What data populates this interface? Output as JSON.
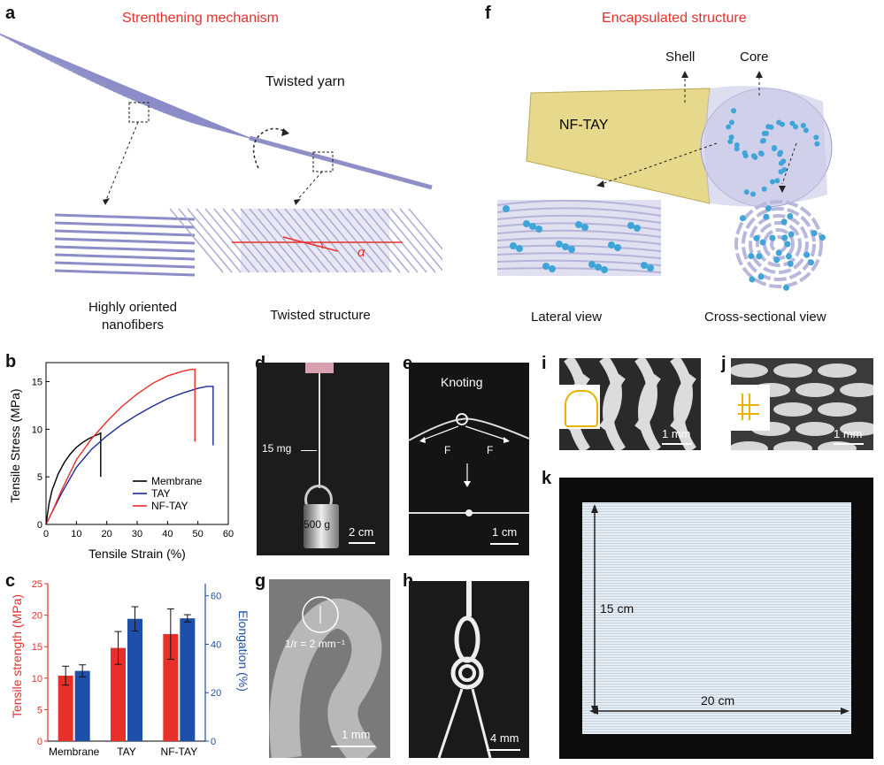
{
  "panels": {
    "a": {
      "letter": "a",
      "title": "Strenthening mechanism",
      "twisted_yarn": "Twisted yarn",
      "left_caption_l1": "Highly oriented",
      "left_caption_l2": "nanofibers",
      "right_caption": "Twisted structure",
      "alpha": "α"
    },
    "f": {
      "letter": "f",
      "title": "Encapsulated structure",
      "shell": "Shell",
      "core": "Core",
      "yarn_label": "NF-TAY",
      "lateral": "Lateral view",
      "cross": "Cross-sectional view"
    },
    "b": {
      "letter": "b"
    },
    "c": {
      "letter": "c"
    },
    "d": {
      "letter": "d",
      "load": "15 mg",
      "weight": "500 g",
      "scale": "2 cm"
    },
    "e": {
      "letter": "e",
      "title": "Knoting",
      "force_left": "F",
      "force_right": "F",
      "scale": "1 cm"
    },
    "g": {
      "letter": "g",
      "curvature": "1/r = 2 mm⁻¹",
      "scale": "1 mm"
    },
    "h": {
      "letter": "h",
      "scale": "4 mm"
    },
    "i": {
      "letter": "i",
      "scale": "1 mm"
    },
    "j": {
      "letter": "j",
      "scale": "1 mm"
    },
    "k": {
      "letter": "k",
      "height": "15 cm",
      "width": "20 cm"
    }
  },
  "chart_data": [
    {
      "type": "line",
      "xlabel": "Tensile Strain (%)",
      "ylabel": "Tensile Stress (MPa)",
      "xlim": [
        0,
        60
      ],
      "ylim": [
        0,
        17
      ],
      "xticks": [
        0,
        10,
        20,
        30,
        40,
        50,
        60
      ],
      "yticks": [
        0,
        5,
        10,
        15
      ],
      "legend_position": "bottom-right",
      "series": [
        {
          "name": "Membrane",
          "color": "#000000",
          "x": [
            0,
            1,
            2,
            4,
            6,
            8,
            10,
            12,
            14,
            16,
            17.5,
            18,
            18
          ],
          "y": [
            0,
            2.2,
            3.6,
            5.3,
            6.5,
            7.4,
            8.1,
            8.6,
            9.0,
            9.3,
            9.5,
            9.6,
            5
          ]
        },
        {
          "name": "TAY",
          "color": "#1b2a99",
          "x": [
            0,
            2,
            5,
            10,
            15,
            20,
            25,
            30,
            35,
            40,
            45,
            50,
            53,
            55,
            55
          ],
          "y": [
            0,
            1.3,
            3.2,
            6.0,
            7.9,
            9.3,
            10.5,
            11.5,
            12.4,
            13.2,
            13.8,
            14.3,
            14.5,
            14.5,
            8.3
          ]
        },
        {
          "name": "NF-TAY",
          "color": "#e8302a",
          "x": [
            0,
            2,
            5,
            10,
            15,
            20,
            25,
            30,
            35,
            40,
            45,
            48,
            49,
            49
          ],
          "y": [
            0,
            1.3,
            3.5,
            6.8,
            9.0,
            10.8,
            12.4,
            13.7,
            14.8,
            15.6,
            16.1,
            16.3,
            16.3,
            8.7
          ]
        }
      ]
    },
    {
      "type": "bar",
      "categories": [
        "Membrane",
        "TAY",
        "NF-TAY"
      ],
      "ylabel": "Tensile strength (MPa)",
      "y2label": "Elongation (%)",
      "ylim": [
        0,
        25
      ],
      "y2lim": [
        0,
        65
      ],
      "yticks": [
        0,
        5,
        10,
        15,
        20,
        25
      ],
      "y2ticks": [
        0,
        20,
        40,
        60
      ],
      "series": [
        {
          "name": "Tensile strength",
          "axis": "left",
          "color": "#e8302a",
          "values": [
            10.4,
            14.8,
            17.0
          ],
          "errors": [
            1.5,
            2.6,
            4.0
          ]
        },
        {
          "name": "Elongation",
          "axis": "right",
          "color": "#1e4fa8",
          "values": [
            29,
            50.5,
            50.7
          ],
          "errors": [
            2.5,
            5.0,
            1.5
          ]
        }
      ]
    }
  ]
}
